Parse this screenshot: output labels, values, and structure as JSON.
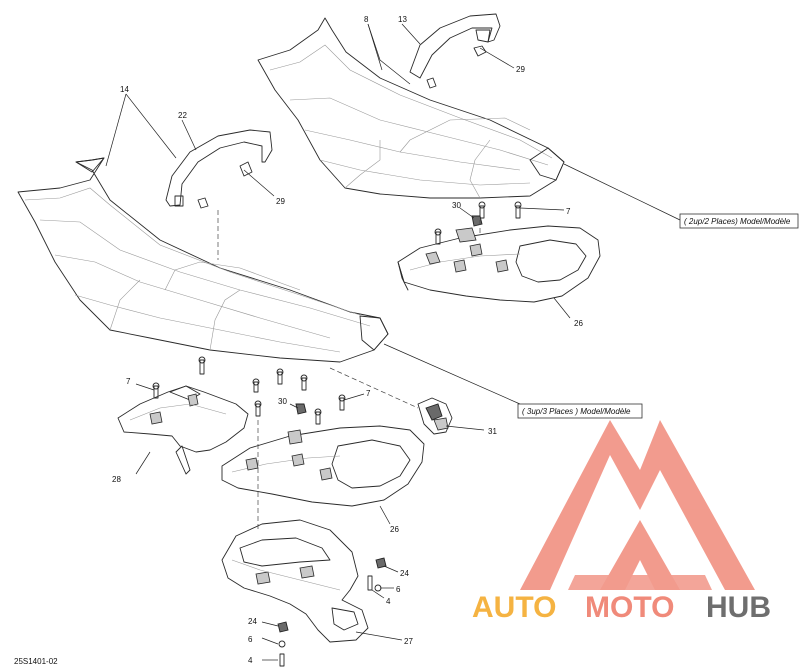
{
  "drawing_code": "25S1401-02",
  "model_labels": {
    "two_up": "( 2up/2 Places) Model/Modèle",
    "three_up": "( 3up/3 Places ) Model/Modèle"
  },
  "callouts": {
    "c8": "8",
    "c13": "13",
    "c29a": "29",
    "c14": "14",
    "c22": "22",
    "c29b": "29",
    "c30a": "30",
    "c7a": "7",
    "c26a": "26",
    "c7b": "7",
    "c30b": "30",
    "c7c": "7",
    "c31": "31",
    "c28": "28",
    "c26b": "26",
    "c24a": "24",
    "c6a": "6",
    "c4a": "4",
    "c24b": "24",
    "c6b": "6",
    "c4b": "4",
    "c27": "27"
  },
  "watermark": {
    "part1": "AUTO",
    "part2": "MOTO",
    "part3": "HUB",
    "colors": {
      "auto": "#f5b342",
      "moto": "#f08a7a",
      "hub": "#6e6e6e",
      "logo": "#f08a7a"
    }
  }
}
